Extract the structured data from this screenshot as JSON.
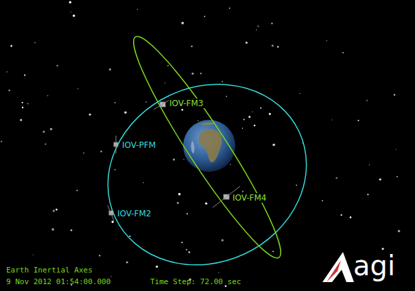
{
  "diagram": {
    "labels": [
      "IOV-FM3",
      "IOV-PFM",
      "IOV-FM2",
      "IOV-FM4",
      "Earth Inertial Axes",
      "9 Nov 2012 01:54:00.000",
      "Time Step: 72.00 sec",
      "agi"
    ]
  }
}
